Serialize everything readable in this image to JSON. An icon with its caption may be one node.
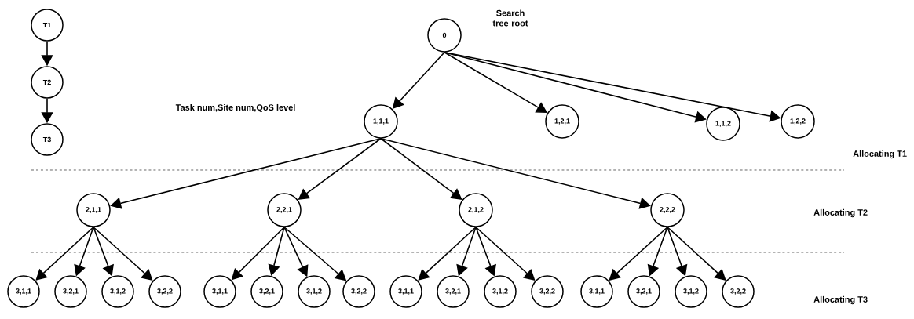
{
  "diagram": {
    "nodes": [
      {
        "text": [
          "T1"
        ]
      },
      {
        "text": [
          "T2"
        ]
      },
      {
        "text": [
          "T3"
        ]
      },
      {
        "text": [
          "0"
        ],
        "beside": [
          "Search tree root"
        ]
      },
      {
        "text": [
          "1,1,1"
        ]
      },
      {
        "text": [
          "1,2,1"
        ]
      },
      {
        "text": [
          "1,1,2"
        ]
      },
      {
        "text": [
          "1,2,2"
        ]
      },
      {
        "text": [
          "2,1,1"
        ]
      },
      {
        "text": [
          "2,2,1"
        ]
      },
      {
        "text": [
          "2,1,2"
        ]
      },
      {
        "text": [
          "2,2,2"
        ]
      },
      {
        "text": [
          "3,1,1"
        ]
      },
      {
        "text": [
          "3,2,1"
        ]
      },
      {
        "text": [
          "3,1,2"
        ]
      },
      {
        "text": [
          "3,2,2"
        ]
      },
      {
        "text": [
          "3,1,1"
        ]
      },
      {
        "text": [
          "3,2,1"
        ]
      },
      {
        "text": [
          "3,1,2"
        ]
      },
      {
        "text": [
          "3,2,2"
        ]
      },
      {
        "text": [
          "3,1,1"
        ]
      },
      {
        "text": [
          "3,2,1"
        ]
      },
      {
        "text": [
          "3,1,2"
        ]
      },
      {
        "text": [
          "3,2,2"
        ]
      },
      {
        "text": [
          "3,1,1"
        ]
      },
      {
        "text": [
          "3,2,1"
        ]
      },
      {
        "text": [
          "3,1,2"
        ]
      },
      {
        "text": [
          "3,2,2"
        ]
      }
    ],
    "edges": [
      {
        "from": 0,
        "to": 1,
        "arrow": "to"
      },
      {
        "from": 1,
        "to": 2,
        "arrow": "to"
      },
      {
        "from": 3,
        "to": 4,
        "arrow": "to"
      },
      {
        "from": 3,
        "to": 5,
        "arrow": "to"
      },
      {
        "from": 3,
        "to": 6,
        "arrow": "to"
      },
      {
        "from": 3,
        "to": 7,
        "arrow": "to"
      },
      {
        "from": 4,
        "to": 8,
        "arrow": "to"
      },
      {
        "from": 4,
        "to": 9,
        "arrow": "to"
      },
      {
        "from": 4,
        "to": 10,
        "arrow": "to"
      },
      {
        "from": 4,
        "to": 11,
        "arrow": "to"
      },
      {
        "from": 8,
        "to": 12,
        "arrow": "to"
      },
      {
        "from": 8,
        "to": 13,
        "arrow": "to"
      },
      {
        "from": 8,
        "to": 14,
        "arrow": "to"
      },
      {
        "from": 8,
        "to": 15,
        "arrow": "to"
      },
      {
        "from": 9,
        "to": 16,
        "arrow": "to"
      },
      {
        "from": 9,
        "to": 17,
        "arrow": "to"
      },
      {
        "from": 9,
        "to": 18,
        "arrow": "to"
      },
      {
        "from": 9,
        "to": 19,
        "arrow": "to"
      },
      {
        "from": 10,
        "to": 20,
        "arrow": "to"
      },
      {
        "from": 10,
        "to": 21,
        "arrow": "to"
      },
      {
        "from": 10,
        "to": 22,
        "arrow": "to"
      },
      {
        "from": 10,
        "to": 23,
        "arrow": "to"
      },
      {
        "from": 11,
        "to": 24,
        "arrow": "to"
      },
      {
        "from": 11,
        "to": 25,
        "arrow": "to"
      },
      {
        "from": 11,
        "to": 26,
        "arrow": "to"
      },
      {
        "from": 11,
        "to": 27,
        "arrow": "to"
      }
    ],
    "labels": [
      "Task num,Site num,QoS level",
      "Allocating T1",
      "Allocating T2",
      "Allocating T3"
    ]
  }
}
